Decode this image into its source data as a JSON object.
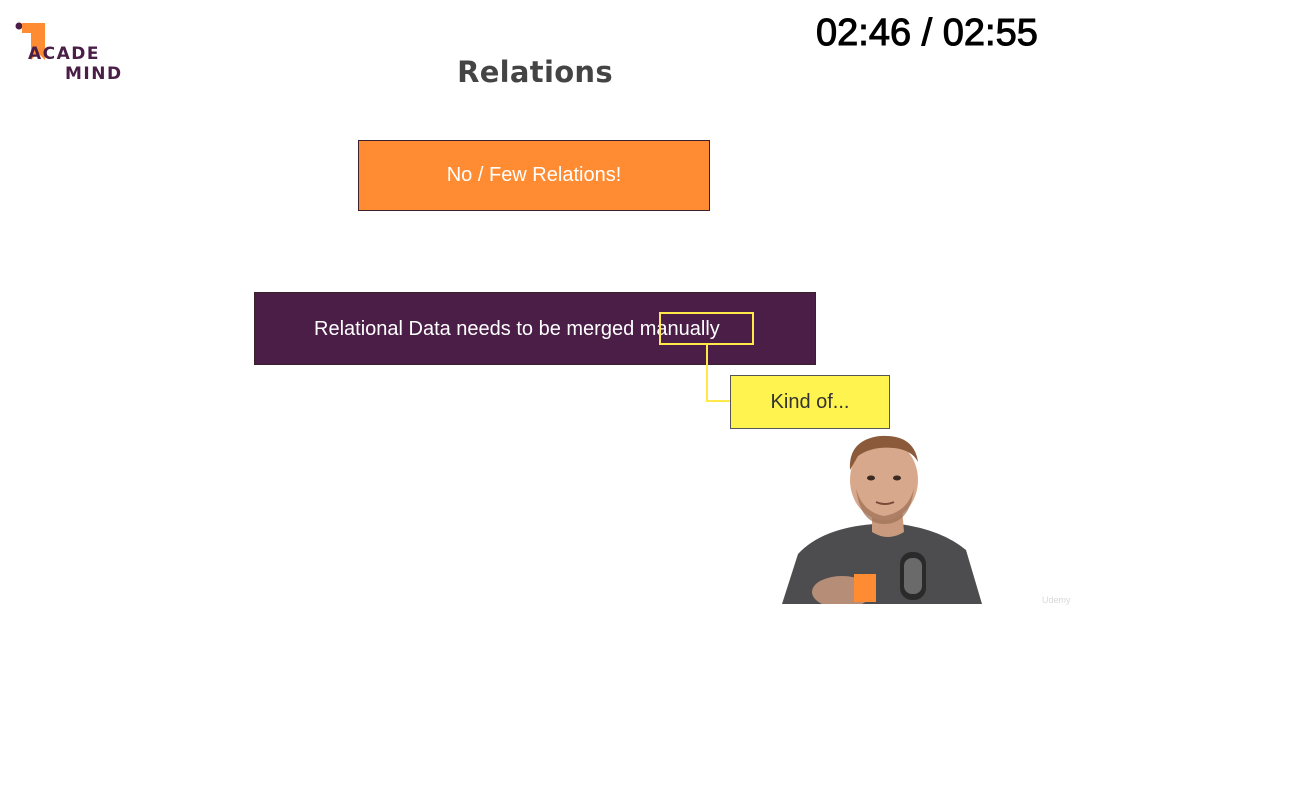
{
  "logo": {
    "line1": "ACADE",
    "line2": "MIND",
    "brand_orange": "#ff8c33",
    "brand_purple": "#4a1e47"
  },
  "video": {
    "timer": "02:46 / 02:55"
  },
  "slide": {
    "title": "Relations",
    "orange_box": {
      "text": "No / Few Relations!",
      "color": "#ff8c33"
    },
    "purple_box": {
      "text_before": "Relational Data needs to be merged ",
      "highlight": "manually",
      "color": "#4a1e47"
    },
    "callout": {
      "text": "Kind of...",
      "color": "#fff44f",
      "connector_color": "#ffe94a"
    }
  },
  "watermark": {
    "text": "Udemy"
  }
}
